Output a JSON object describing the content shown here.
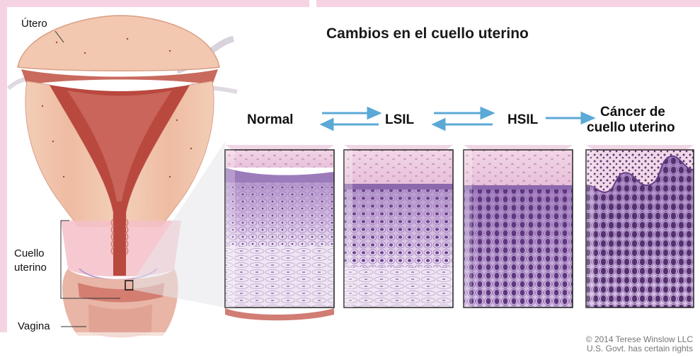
{
  "title": "Cambios en el cuello uterino",
  "stages": {
    "normal": "Normal",
    "lsil": "LSIL",
    "hsil": "HSIL",
    "cancer_line1": "Cáncer de",
    "cancer_line2": "cuello uterino"
  },
  "anatomy_labels": {
    "uterus": "Útero",
    "cervix_line1": "Cuello",
    "cervix_line2": "uterino",
    "vagina": "Vagina"
  },
  "credit": {
    "line1": "© 2014 Terese Winslow LLC",
    "line2": "U.S. Govt. has certain rights"
  },
  "colors": {
    "frame": "#f6d3e2",
    "arrow": "#5aa9d6",
    "uterus_wall": "#f0c2a8",
    "uterus_cavity": "#c25a4f",
    "tissue_top": "#ecc6de",
    "tissue_cells": "#c7a6d6",
    "nucleus": "#6a3e86"
  }
}
